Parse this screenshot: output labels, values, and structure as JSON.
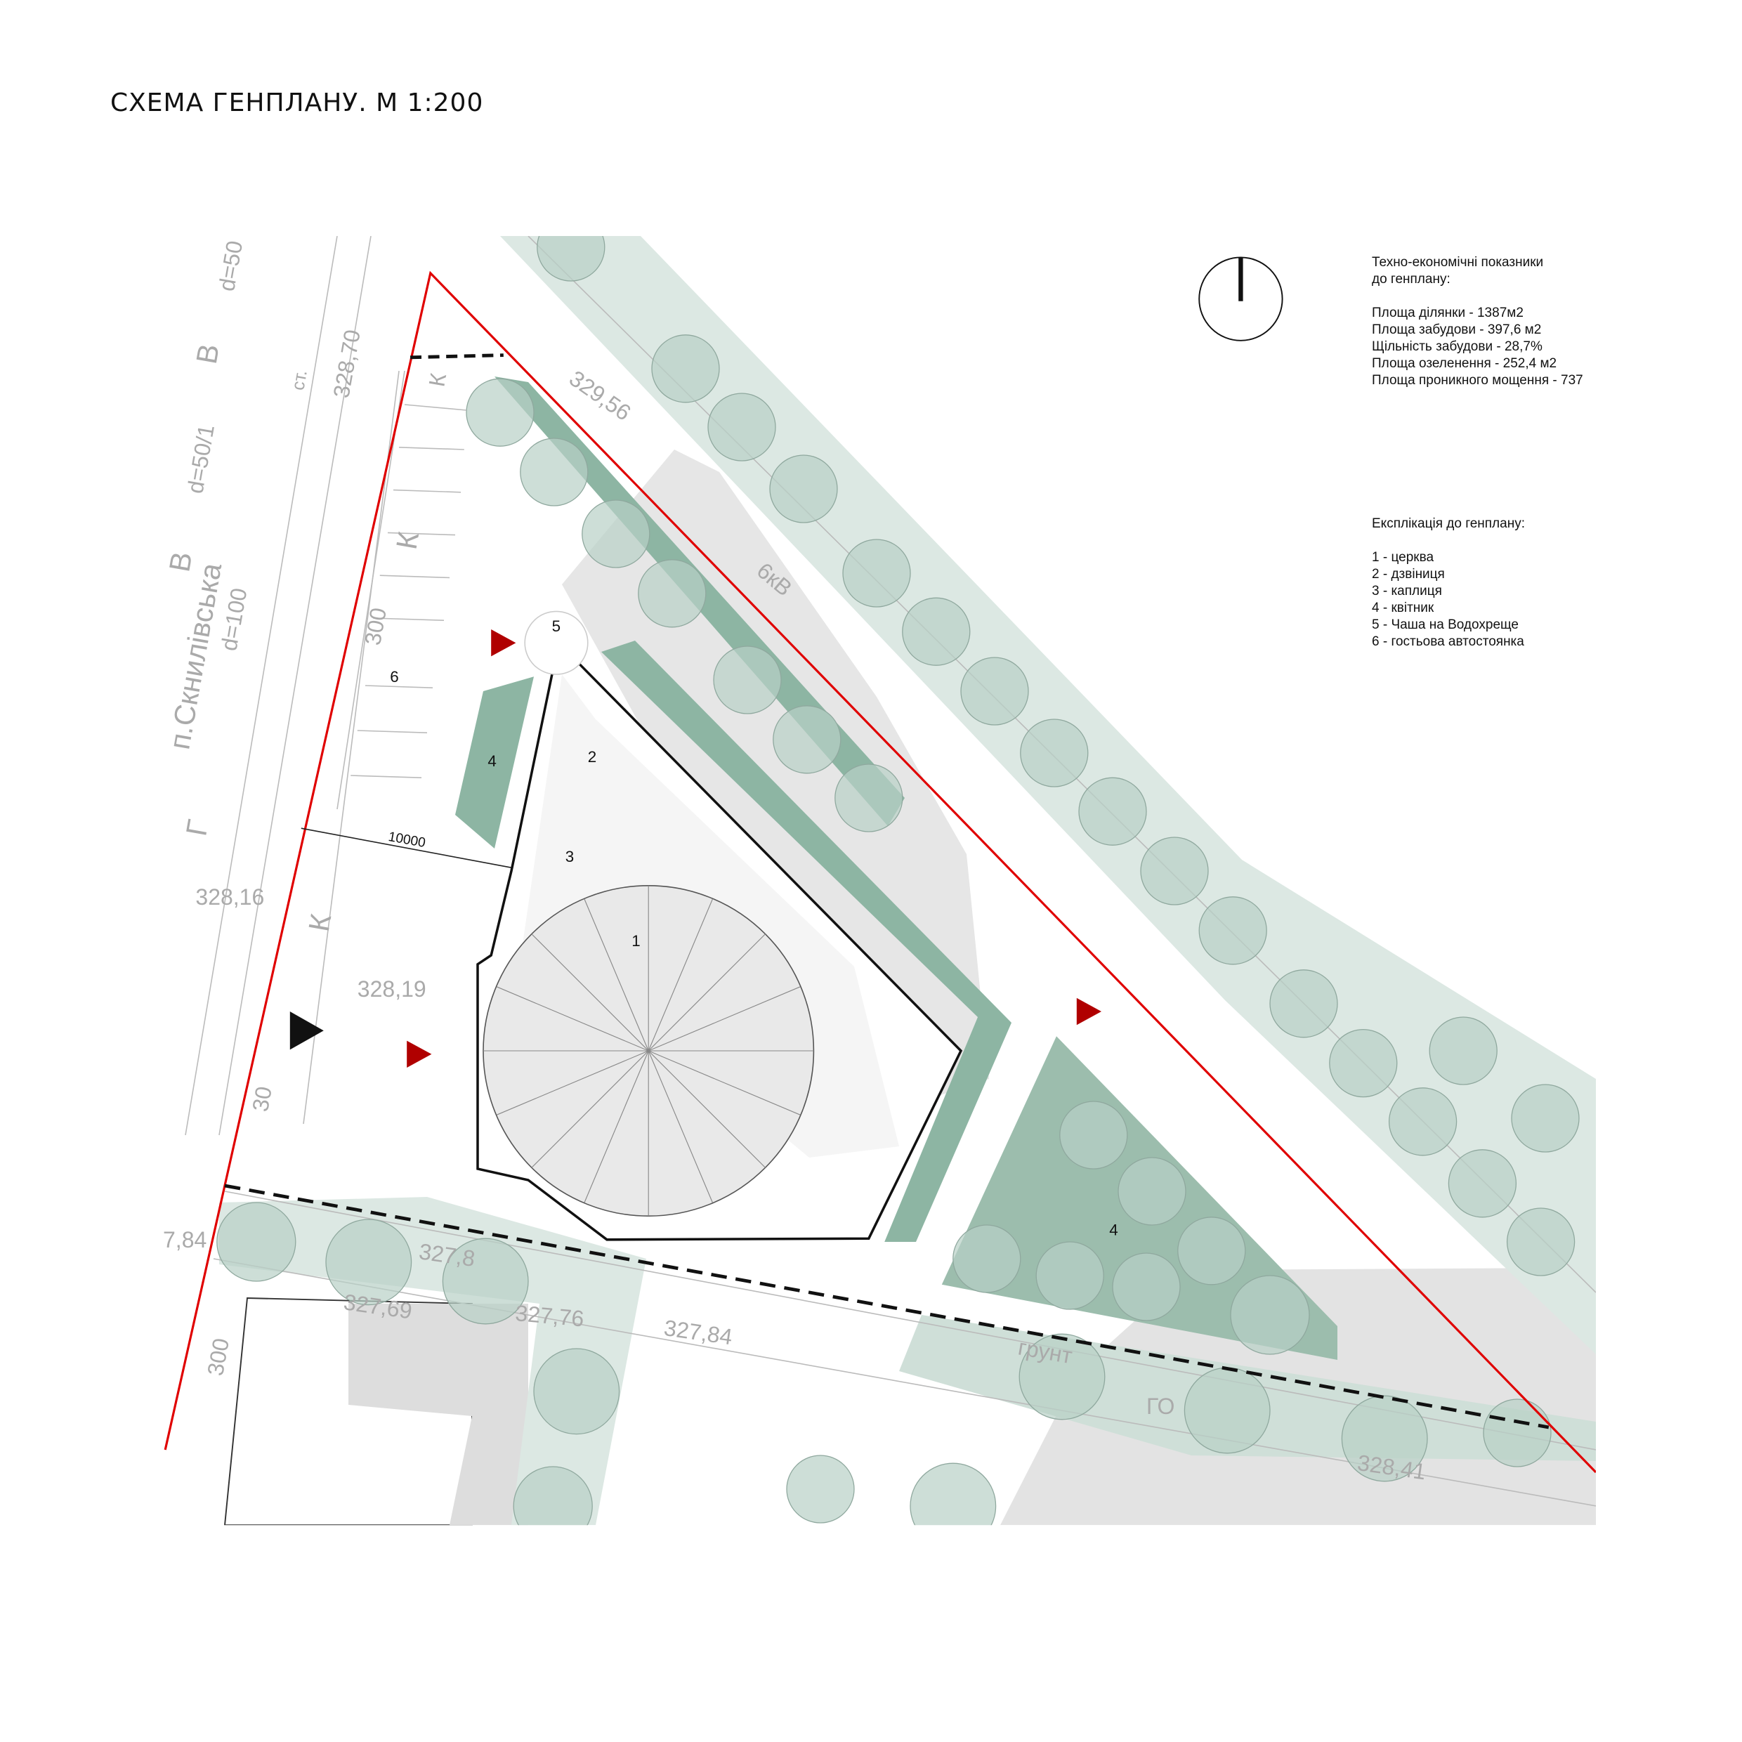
{
  "title": "СХЕМА ГЕНПЛАНУ. М 1:200",
  "indicators": {
    "heading": [
      "Техно-економічні показники",
      "до генплану:"
    ],
    "items": [
      "Площа ділянки - 1387м2",
      "Площа забудови - 397,6 м2",
      "Щільність забудови - 28,7%",
      "Площа озеленення - 252,4 м2",
      "Площа проникного мощення - 737"
    ]
  },
  "explication": {
    "heading": "Експлікація до генплану:",
    "items": [
      "1 - церква",
      "2 - дзвіниця",
      "3 - каплиця",
      "4 - квітник",
      "5 - Чаша на Водохреще",
      "6 - гостьова автостоянка"
    ]
  },
  "plan_labels": {
    "n1": "1",
    "n2": "2",
    "n3": "3",
    "n4a": "4",
    "n4b": "4",
    "n5": "5",
    "n6": "6",
    "dimension": "10000",
    "street": "п.Скнилівська",
    "elev": [
      "328,70",
      "329,56",
      "328,16",
      "328,19",
      "327,8",
      "327,69",
      "327,76",
      "327,84",
      "328,41",
      "7,84"
    ],
    "misc": [
      "6кВ",
      "грунт",
      "d=50",
      "d=50/1",
      "d=100",
      "В",
      "В",
      "Г",
      "К",
      "К",
      "К",
      "ст.",
      "300",
      "300",
      "30",
      "ГО"
    ]
  },
  "colors": {
    "boundary": "#e00000",
    "green": "#7fab97",
    "tree": "#c9ddd5",
    "entry": "#b00000"
  }
}
